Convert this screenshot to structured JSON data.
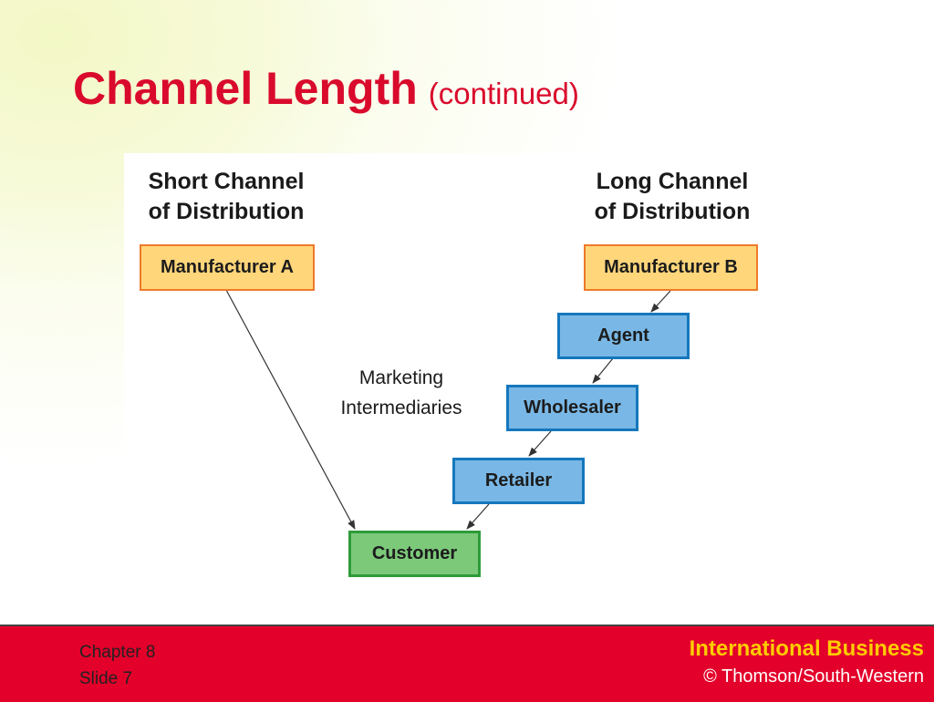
{
  "title": {
    "main": "Channel Length",
    "sub": "(continued)"
  },
  "diagram": {
    "short_heading": "Short Channel\nof Distribution",
    "long_heading": "Long Channel\nof Distribution",
    "intermediaries_label": "Marketing\nIntermediaries",
    "nodes": {
      "manufacturer_a": "Manufacturer A",
      "manufacturer_b": "Manufacturer B",
      "agent": "Agent",
      "wholesaler": "Wholesaler",
      "retailer": "Retailer",
      "customer": "Customer"
    },
    "colors": {
      "manufacturer_fill": "#ffd67a",
      "manufacturer_border": "#ee7a2a",
      "intermediary_fill": "#79b8e6",
      "intermediary_border": "#1577bd",
      "customer_fill": "#7cc97a",
      "customer_border": "#2e9b3a",
      "arrow": "#333333"
    }
  },
  "footer": {
    "chapter": "Chapter 8",
    "slide": "Slide 7",
    "brand": "International Business",
    "copyright": "© Thomson/South-Western",
    "background": "#e3002a"
  }
}
